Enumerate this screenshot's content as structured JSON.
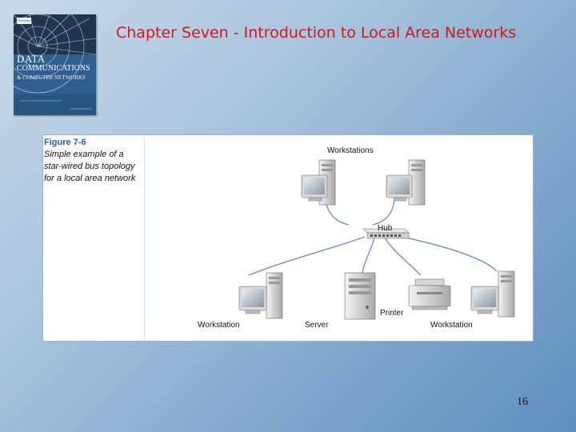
{
  "book": {
    "publisher": "Thomson",
    "title_line1": "DATA",
    "title_line2": "COMMUNICATIONS",
    "title_line3": "& COMPUTER NETWORKS"
  },
  "slide": {
    "title": "Chapter Seven - Introduction to Local Area Networks",
    "page_number": "16"
  },
  "figure": {
    "number": "Figure 7-6",
    "caption": "Simple example of a star-wired bus topology for a local area network",
    "labels": {
      "workstations": "Workstations",
      "hub": "Hub",
      "workstation_left": "Workstation",
      "server": "Server",
      "printer": "Printer",
      "workstation_right": "Workstation"
    }
  },
  "colors": {
    "title": "#cc1a1a",
    "figure_number": "#2a5db0",
    "cable": "#6a93c8"
  }
}
